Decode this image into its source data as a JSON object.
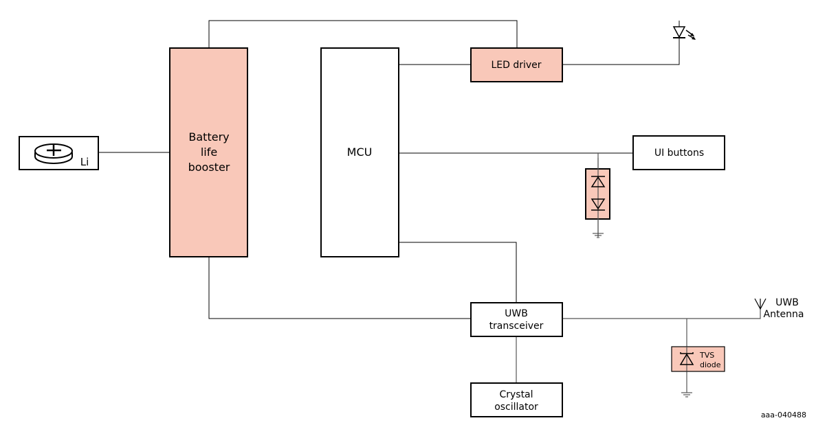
{
  "colors": {
    "highlight_fill": "#f9c8b9",
    "plain_fill": "#ffffff",
    "stroke": "#000000"
  },
  "blocks": {
    "battery": {
      "label": "Li"
    },
    "battery_life_booster": {
      "lines": [
        "Battery",
        "life",
        "booster"
      ]
    },
    "mcu": {
      "label": "MCU"
    },
    "led_driver": {
      "label": "LED driver"
    },
    "ui_buttons": {
      "label": "UI buttons"
    },
    "uwb_transceiver": {
      "lines": [
        "UWB",
        "transceiver"
      ]
    },
    "crystal_oscillator": {
      "lines": [
        "Crystal",
        "oscillator"
      ]
    },
    "tvs_diode": {
      "lines": [
        "TVS",
        "diode"
      ]
    },
    "antenna": {
      "lines": [
        "UWB",
        "Antenna"
      ]
    }
  },
  "figure_id": "aaa-040488"
}
